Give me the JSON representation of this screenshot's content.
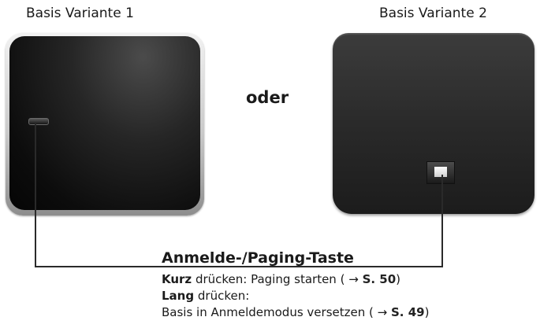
{
  "labels": {
    "variant1": "Basis Variante 1",
    "variant2": "Basis Variante 2",
    "oder": "oder"
  },
  "callout": {
    "title": "Anmelde-/Paging-Taste",
    "line1_bold": "Kurz",
    "line1_rest": " drücken: Paging starten ( ",
    "line1_ref": "S. 50",
    "line1_end": ")",
    "line2_bold": "Lang",
    "line2_rest": " drücken:",
    "line3_text": "Basis in Anmeldemodus versetzen ( ",
    "line3_ref": "S. 49",
    "line3_end": ")"
  },
  "icons": {
    "arrow": "→",
    "arrow_name": "arrow-right-icon"
  }
}
